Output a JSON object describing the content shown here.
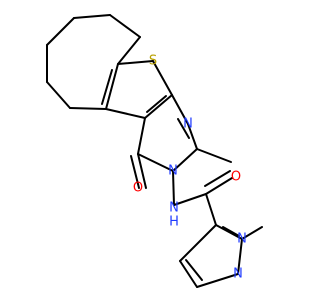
{
  "molecule": {
    "atom_labels": {
      "thiophene_sulfur": "S",
      "pyrimidine_nitrogen_1": "N",
      "pyrimidine_nitrogen_3": "N",
      "carbonyl_oxygen_ring": "O",
      "amide_nitrogen": "N",
      "amide_hydrogen": "H",
      "amide_oxygen": "O",
      "pyrazole_nitrogen_1": "N",
      "pyrazole_nitrogen_2": "N"
    },
    "colors": {
      "bond": "#000000",
      "sulfur": "#b8a000",
      "nitrogen": "#1f3bff",
      "oxygen": "#ff0000",
      "background": "#ffffff"
    }
  }
}
